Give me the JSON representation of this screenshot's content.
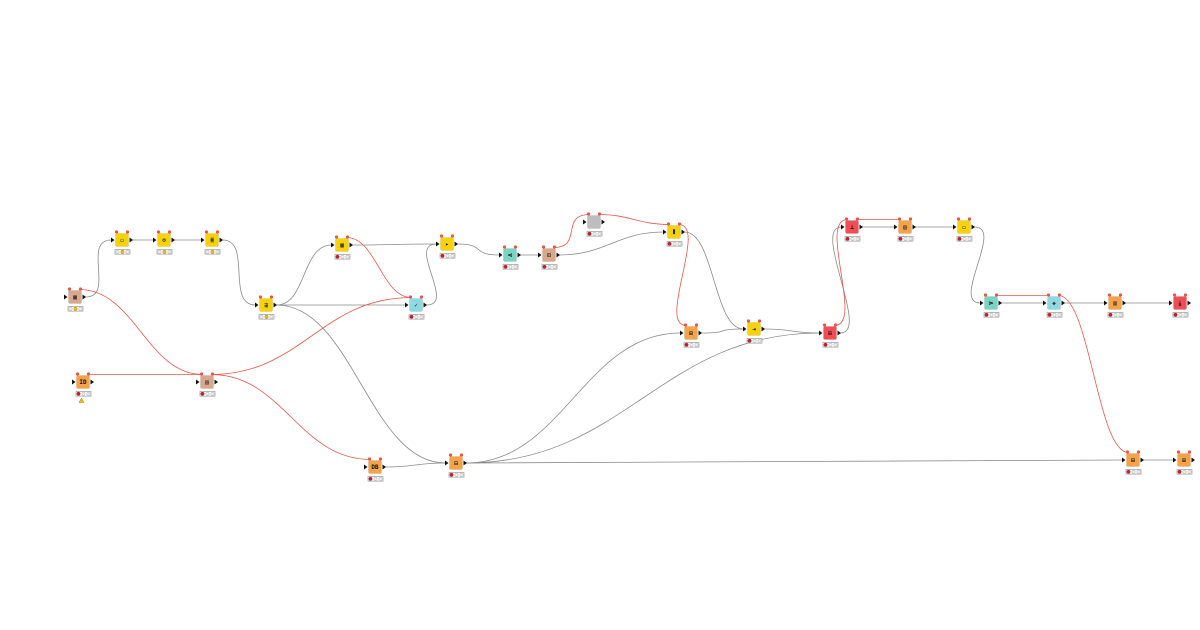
{
  "workflow": {
    "colors": {
      "source": "#f5a34a",
      "manipulator": "#f5d20b",
      "predictor": "#8ed8e1",
      "learner": "#7bd3c2",
      "sink": "#f04d57",
      "flow": "#d9a88c",
      "meta": "#bdbdbd",
      "data_edge": "#8a8a8a",
      "variable_edge": "#e8564a"
    },
    "nodes": [
      {
        "id": "n1",
        "kind": "flow",
        "icon": "table-creator-icon",
        "glyph": "▦",
        "status": "warn"
      },
      {
        "id": "n2",
        "kind": "manipulator",
        "icon": "column-filter-icon",
        "glyph": "▭",
        "status": "warn"
      },
      {
        "id": "n3",
        "kind": "manipulator",
        "icon": "rule-engine-icon",
        "glyph": "⚙",
        "status": "warn"
      },
      {
        "id": "n4",
        "kind": "manipulator",
        "icon": "row-filter-icon",
        "glyph": "≣",
        "status": "warn"
      },
      {
        "id": "n5",
        "kind": "manipulator",
        "icon": "partitioning-icon",
        "glyph": "⇶",
        "status": "warn"
      },
      {
        "id": "n6",
        "kind": "manipulator",
        "icon": "joiner-icon",
        "glyph": "▦",
        "status": "error"
      },
      {
        "id": "n7",
        "kind": "predictor",
        "icon": "predictor-icon",
        "glyph": "✓",
        "status": "error"
      },
      {
        "id": "n8",
        "kind": "manipulator",
        "icon": "column-rename-icon",
        "glyph": "▸",
        "status": "error"
      },
      {
        "id": "n9",
        "kind": "learner",
        "icon": "learner-icon",
        "glyph": "⋖",
        "status": "error"
      },
      {
        "id": "n10",
        "kind": "flow",
        "icon": "variable-loop-icon",
        "glyph": "⊡",
        "status": "error"
      },
      {
        "id": "n11",
        "kind": "meta",
        "icon": "metanode-icon",
        "glyph": "",
        "status": "error"
      },
      {
        "id": "n12",
        "kind": "manipulator",
        "icon": "column-append-icon",
        "glyph": "⫴",
        "status": "error"
      },
      {
        "id": "n13",
        "kind": "source",
        "icon": "database-connector-icon",
        "glyph": "ID",
        "status": "alert"
      },
      {
        "id": "n14",
        "kind": "flow",
        "icon": "string-input-icon",
        "glyph": "▤",
        "status": "error"
      },
      {
        "id": "n15",
        "kind": "source",
        "icon": "db-table-selector-icon",
        "glyph": "DB",
        "status": "error"
      },
      {
        "id": "n16",
        "kind": "source",
        "icon": "db-query-icon",
        "glyph": "⊞",
        "status": "error"
      },
      {
        "id": "n17",
        "kind": "source",
        "icon": "db-reader-icon",
        "glyph": "⊟",
        "status": "error"
      },
      {
        "id": "n18",
        "kind": "manipulator",
        "icon": "concatenate-icon",
        "glyph": "⇥",
        "status": "error"
      },
      {
        "id": "n19",
        "kind": "sink",
        "icon": "db-writer-icon",
        "glyph": "⊞",
        "status": "error"
      },
      {
        "id": "n20",
        "kind": "sink",
        "icon": "loop-end-icon",
        "glyph": "⊥",
        "status": "error"
      },
      {
        "id": "n21",
        "kind": "source",
        "icon": "file-reader-icon",
        "glyph": "▤",
        "status": "error"
      },
      {
        "id": "n22",
        "kind": "manipulator",
        "icon": "column-filter-icon",
        "glyph": "▭",
        "status": "error"
      },
      {
        "id": "n23",
        "kind": "learner",
        "icon": "model-learner-icon",
        "glyph": "⋗",
        "status": "error"
      },
      {
        "id": "n24",
        "kind": "predictor",
        "icon": "model-predictor-icon",
        "glyph": "◈",
        "status": "error"
      },
      {
        "id": "n25",
        "kind": "source",
        "icon": "table-view-icon",
        "glyph": "▥",
        "status": "error"
      },
      {
        "id": "n26",
        "kind": "sink",
        "icon": "csv-writer-icon",
        "glyph": "⤓",
        "status": "error"
      },
      {
        "id": "n27",
        "kind": "source",
        "icon": "db-loop-icon",
        "glyph": "⊞",
        "status": "error"
      },
      {
        "id": "n28",
        "kind": "source",
        "icon": "db-sql-executor-icon",
        "glyph": "⊞",
        "status": "error"
      }
    ],
    "edges": [
      {
        "from": "n1",
        "to": "n2",
        "type": "data"
      },
      {
        "from": "n2",
        "to": "n3",
        "type": "data"
      },
      {
        "from": "n3",
        "to": "n4",
        "type": "data"
      },
      {
        "from": "n4",
        "to": "n5",
        "type": "data"
      },
      {
        "from": "n5",
        "to": "n6",
        "type": "data"
      },
      {
        "from": "n5",
        "to": "n7",
        "type": "data"
      },
      {
        "from": "n5",
        "to": "n17",
        "type": "data"
      },
      {
        "from": "n6",
        "to": "n8",
        "type": "data"
      },
      {
        "from": "n7",
        "to": "n8",
        "type": "data"
      },
      {
        "from": "n8",
        "to": "n9",
        "type": "data"
      },
      {
        "from": "n9",
        "to": "n10",
        "type": "data"
      },
      {
        "from": "n10",
        "to": "n12",
        "type": "data"
      },
      {
        "from": "n12",
        "to": "n18",
        "type": "data"
      },
      {
        "from": "n16",
        "to": "n18",
        "type": "data"
      },
      {
        "from": "n18",
        "to": "n19",
        "type": "data"
      },
      {
        "from": "n19",
        "to": "n20",
        "type": "data"
      },
      {
        "from": "n20",
        "to": "n21",
        "type": "data"
      },
      {
        "from": "n21",
        "to": "n22",
        "type": "data"
      },
      {
        "from": "n22",
        "to": "n23",
        "type": "data"
      },
      {
        "from": "n23",
        "to": "n24",
        "type": "data"
      },
      {
        "from": "n24",
        "to": "n25",
        "type": "data"
      },
      {
        "from": "n25",
        "to": "n26",
        "type": "data"
      },
      {
        "from": "n15",
        "to": "n17",
        "type": "data"
      },
      {
        "from": "n17",
        "to": "n16",
        "type": "data"
      },
      {
        "from": "n17",
        "to": "n19",
        "type": "data"
      },
      {
        "from": "n17",
        "to": "n27",
        "type": "data"
      },
      {
        "from": "n27",
        "to": "n28",
        "type": "data"
      },
      {
        "from": "n1",
        "to": "n14",
        "type": "variable"
      },
      {
        "from": "n13",
        "to": "n14",
        "type": "variable"
      },
      {
        "from": "n14",
        "to": "n15",
        "type": "variable"
      },
      {
        "from": "n14",
        "to": "n7",
        "type": "variable"
      },
      {
        "from": "n6",
        "to": "n7",
        "type": "variable"
      },
      {
        "from": "n10",
        "to": "n11",
        "type": "variable"
      },
      {
        "from": "n11",
        "to": "n12",
        "type": "variable"
      },
      {
        "from": "n12",
        "to": "n16",
        "type": "variable"
      },
      {
        "from": "n19",
        "to": "n20",
        "type": "variable"
      },
      {
        "from": "n20",
        "to": "n21",
        "type": "variable"
      },
      {
        "from": "n23",
        "to": "n24",
        "type": "variable"
      },
      {
        "from": "n24",
        "to": "n27",
        "type": "variable"
      }
    ]
  }
}
